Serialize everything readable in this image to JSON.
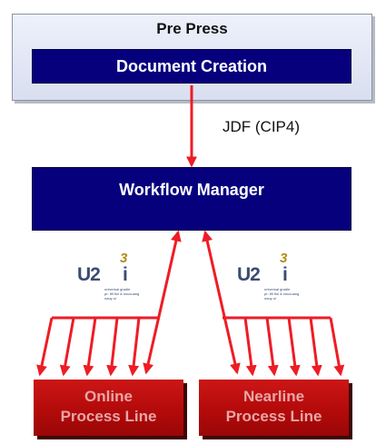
{
  "prepress": {
    "title": "Pre Press",
    "document_creation": "Document Creation"
  },
  "connector": {
    "label": "JDF (CIP4)"
  },
  "workflow_manager": {
    "label": "Workflow Manager"
  },
  "logos": {
    "left": {
      "word": "U2",
      "superscript": "3",
      "letter": "i",
      "small_text": [
        "universal gradle",
        "pr: lift flul & snucuang",
        "nauy oi"
      ]
    },
    "right": {
      "word": "U2",
      "superscript": "3",
      "letter": "i",
      "small_text": [
        "universal gradle",
        "pr: lift flul & snucuang",
        "nauy oi"
      ]
    }
  },
  "process_lines": {
    "online": {
      "line1": "Online",
      "line2": "Process Line"
    },
    "nearline": {
      "line1": "Nearline",
      "line2": "Process Line"
    }
  },
  "colors": {
    "navy": "#06007d",
    "arrow_red": "#ee1c25",
    "process_red": "#b40a0a",
    "prepress_bg": "#dde2f2"
  }
}
